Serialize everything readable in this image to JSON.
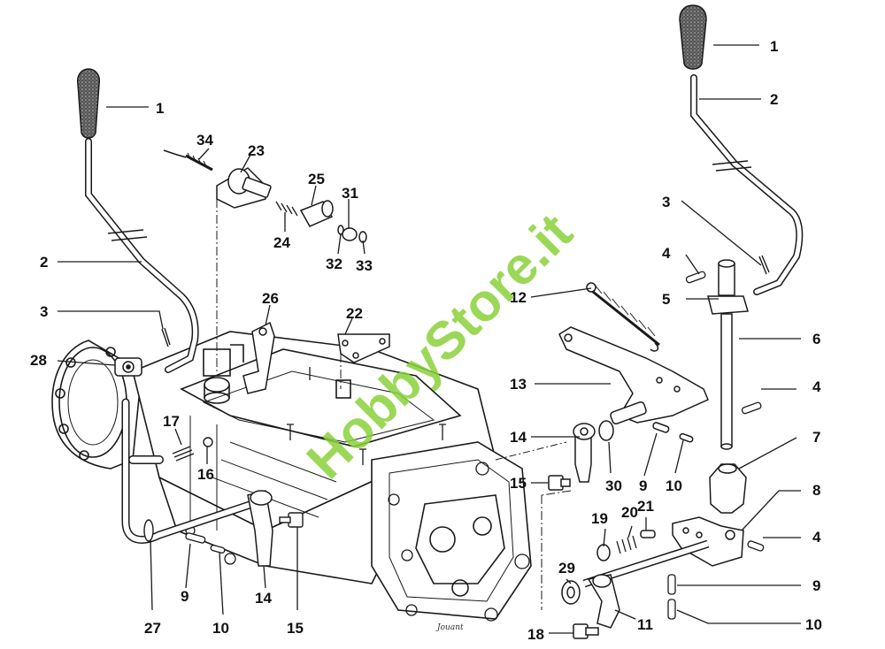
{
  "watermark": "HobbyStore.it",
  "signature": "Jouant",
  "callouts": {
    "c1_left": "1",
    "c2_left": "2",
    "c3_left": "3",
    "c28": "28",
    "c34": "34",
    "c23": "23",
    "c25": "25",
    "c24": "24",
    "c31": "31",
    "c32": "32",
    "c33": "33",
    "c26": "26",
    "c22": "22",
    "c17": "17",
    "c16": "16",
    "c27": "27",
    "c9_left": "9",
    "c10_left": "10",
    "c14_left": "14",
    "c15_left": "15",
    "c12": "12",
    "c13": "13",
    "c14_right": "14",
    "c15_right": "15",
    "c30": "30",
    "c9_mid": "9",
    "c10_mid": "10",
    "c19": "19",
    "c20": "20",
    "c21": "21",
    "c29": "29",
    "c18": "18",
    "c11": "11",
    "c1_right": "1",
    "c2_right": "2",
    "c3_right": "3",
    "c4_top": "4",
    "c5": "5",
    "c6": "6",
    "c4_mid": "4",
    "c7": "7",
    "c8": "8",
    "c4_low": "4",
    "c9_right": "9",
    "c10_right": "10"
  },
  "colors": {
    "line": "#1a1a1a",
    "watermark": "#8ad13a",
    "knob": "#3a3a3a"
  }
}
